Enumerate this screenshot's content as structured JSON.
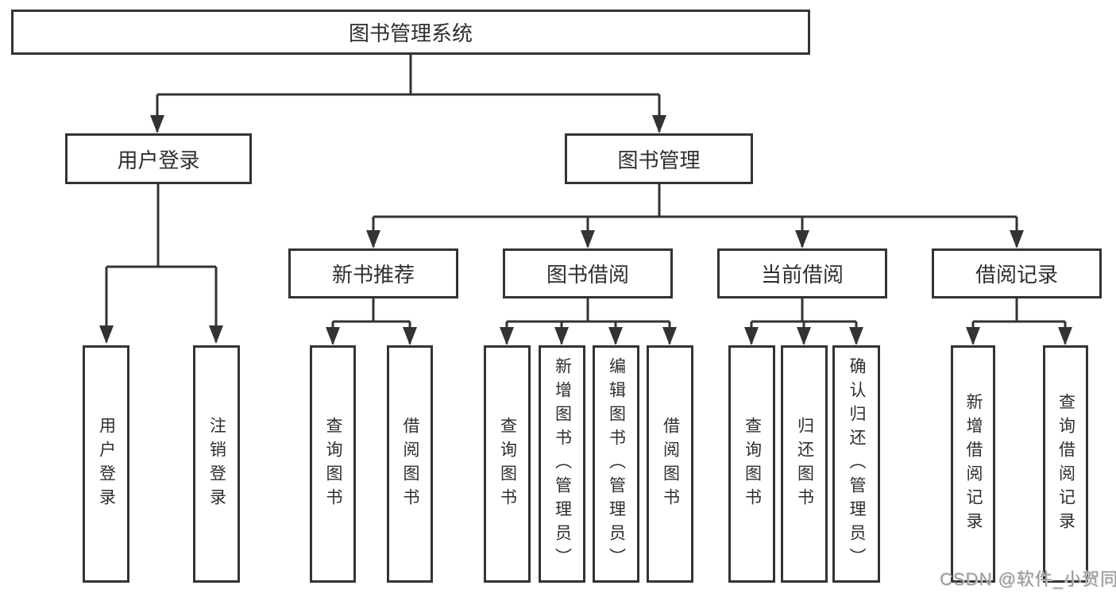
{
  "tree": {
    "label": "图书管理系统",
    "children": [
      {
        "label": "用户登录",
        "children": [
          {
            "label": "用户登录"
          },
          {
            "label": "注销登录"
          }
        ]
      },
      {
        "label": "图书管理",
        "children": [
          {
            "label": "新书推荐",
            "children": [
              {
                "label": "查询图书"
              },
              {
                "label": "借阅图书"
              }
            ]
          },
          {
            "label": "图书借阅",
            "children": [
              {
                "label": "查询图书"
              },
              {
                "label": "新增图书（管理员）"
              },
              {
                "label": "编辑图书（管理员）"
              },
              {
                "label": "借阅图书"
              }
            ]
          },
          {
            "label": "当前借阅",
            "children": [
              {
                "label": "查询图书"
              },
              {
                "label": "归还图书"
              },
              {
                "label": "确认归还（管理员）"
              }
            ]
          },
          {
            "label": "借阅记录",
            "children": [
              {
                "label": "新增借阅记录"
              },
              {
                "label": "查询借阅记录"
              }
            ]
          }
        ]
      }
    ]
  },
  "watermark": {
    "text": "CSDN @软件_小贺同学"
  },
  "colors": {
    "line": "#333333",
    "box_border": "#333333",
    "background": "#ffffff",
    "watermark": "#9b9b9b"
  }
}
